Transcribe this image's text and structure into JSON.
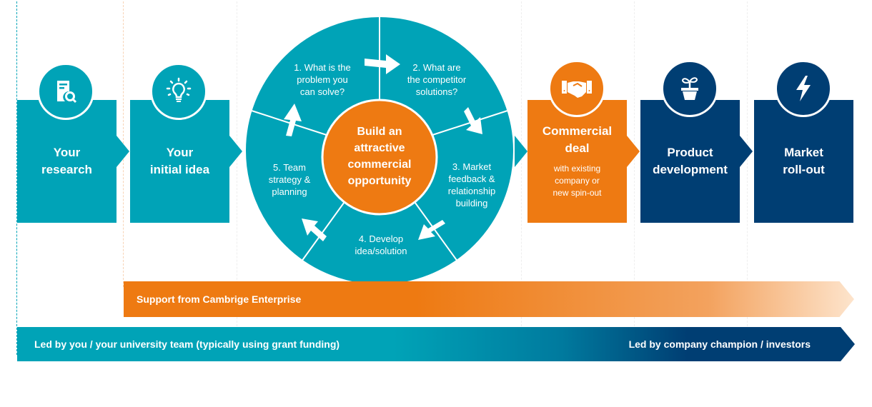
{
  "colors": {
    "teal": "#00A3B7",
    "orange": "#EE7A12",
    "navy": "#003E73",
    "white": "#FFFFFF"
  },
  "stages": [
    {
      "id": "research",
      "title_line1": "Your",
      "title_line2": "research",
      "icon": "document-search-icon",
      "color": "#00A3B7"
    },
    {
      "id": "idea",
      "title_line1": "Your",
      "title_line2": "initial idea",
      "icon": "lightbulb-icon",
      "color": "#00A3B7"
    },
    {
      "id": "deal",
      "title_line1": "Commercial",
      "title_line2": "deal",
      "subtitle_lines": [
        "with existing",
        "company or",
        "new spin-out"
      ],
      "icon": "handshake-icon",
      "color": "#EE7A12"
    },
    {
      "id": "product",
      "title_line1": "Product",
      "title_line2": "development",
      "icon": "plant-pot-icon",
      "color": "#003E73"
    },
    {
      "id": "rollout",
      "title_line1": "Market",
      "title_line2": "roll-out",
      "icon": "lightning-icon",
      "color": "#003E73"
    }
  ],
  "wheel": {
    "center_lines": [
      "Build an",
      "attractive",
      "commercial",
      "opportunity"
    ],
    "segments": [
      {
        "step": 1,
        "lines": [
          "1. What is the",
          "problem you",
          "can solve?"
        ]
      },
      {
        "step": 2,
        "lines": [
          "2. What are",
          "the competitor",
          "solutions?"
        ]
      },
      {
        "step": 3,
        "lines": [
          "3. Market",
          "feedback &",
          "relationship",
          "building"
        ]
      },
      {
        "step": 4,
        "lines": [
          "4. Develop",
          "idea/solution"
        ]
      },
      {
        "step": 5,
        "lines": [
          "5. Team",
          "strategy &",
          "planning"
        ]
      }
    ]
  },
  "support_bar": {
    "label": "Support from Cambrige Enterprise"
  },
  "lead_bar": {
    "left_label": "Led by you / your university team (typically using grant funding)",
    "right_label": "Led by company champion / investors"
  }
}
